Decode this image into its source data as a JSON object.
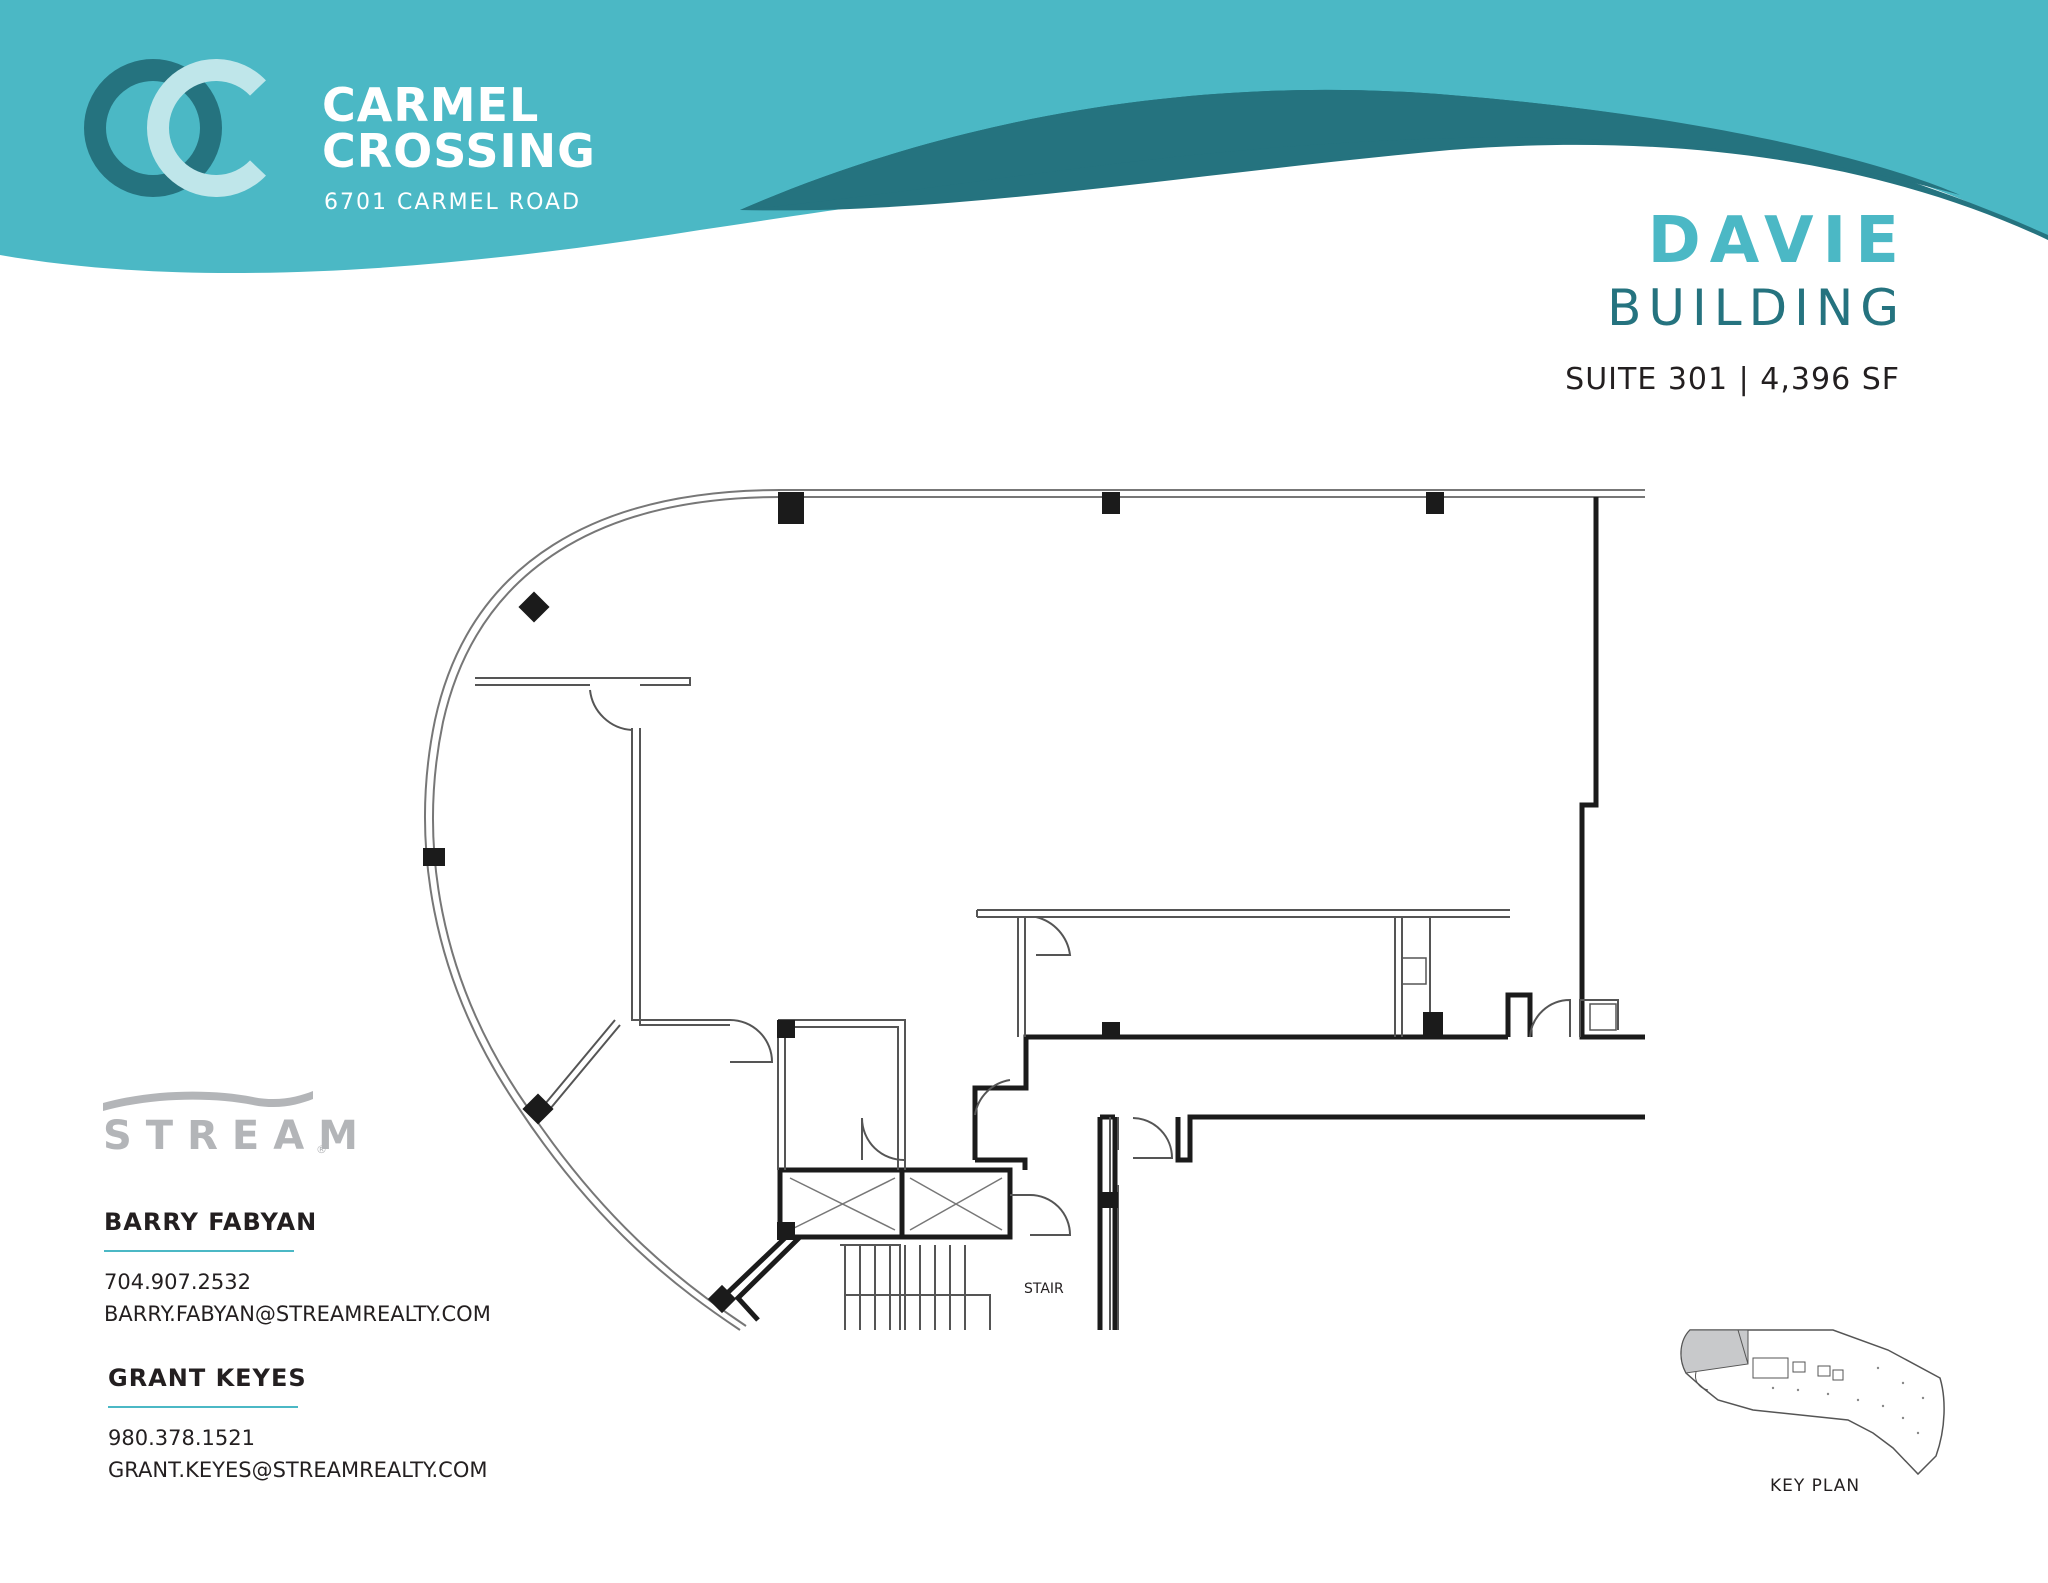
{
  "brand": {
    "logo_letters": "CC",
    "name_line1": "CARMEL",
    "name_line2": "CROSSING",
    "address": "6701 CARMEL ROAD",
    "colors": {
      "teal_light": "#4bb8c5",
      "teal_dark": "#25737f"
    }
  },
  "building": {
    "name": "DAVIE",
    "type": "BUILDING",
    "suite_info": "SUITE 301 | 4,396 SF"
  },
  "floorplan": {
    "stair_label": "STAIR",
    "key_plan_label": "KEY PLAN"
  },
  "broker": {
    "logo_text": "STREAM",
    "contacts": [
      {
        "name": "BARRY FABYAN",
        "phone": "704.907.2532",
        "email": "BARRY.FABYAN@STREAMREALTY.COM"
      },
      {
        "name": "GRANT KEYES",
        "phone": "980.378.1521",
        "email": "GRANT.KEYES@STREAMREALTY.COM"
      }
    ]
  }
}
